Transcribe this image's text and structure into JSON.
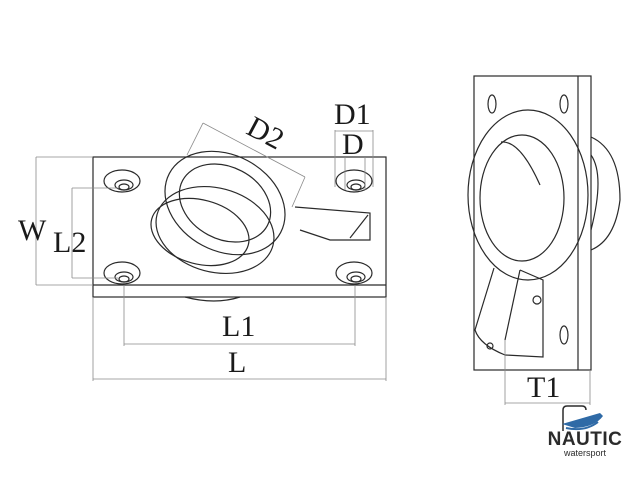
{
  "diagram": {
    "subject": "flush ring pull hatch lifter",
    "views": [
      "top-view",
      "side-view"
    ],
    "dimension_labels": {
      "W": "W",
      "L2": "L2",
      "L1": "L1",
      "L": "L",
      "D": "D",
      "D1": "D1",
      "D2": "D2",
      "T1": "T1"
    }
  },
  "logo": {
    "name": "NAUTIC",
    "tagline": "watersport",
    "icon": "boat-icon",
    "color": "#2f6aa6"
  }
}
